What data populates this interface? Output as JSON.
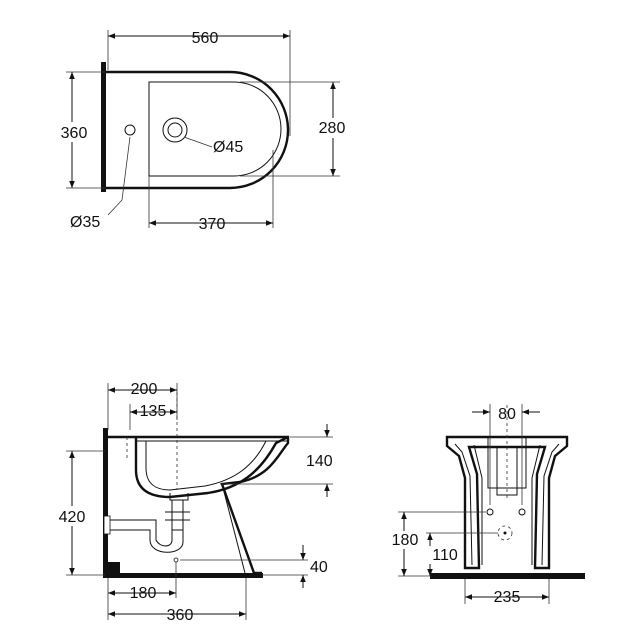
{
  "top_view": {
    "width_total": "560",
    "depth_wall": "360",
    "depth_bowl": "280",
    "inner_length": "370",
    "tap_hole": "Ø35",
    "drain_hole": "Ø45"
  },
  "side_view": {
    "offset_200": "200",
    "offset_135": "135",
    "height_140": "140",
    "height_420": "420",
    "height_40": "40",
    "offset_180": "180",
    "depth_360": "360"
  },
  "front_view": {
    "spacing_80": "80",
    "height_180": "180",
    "height_110": "110",
    "width_235": "235"
  }
}
